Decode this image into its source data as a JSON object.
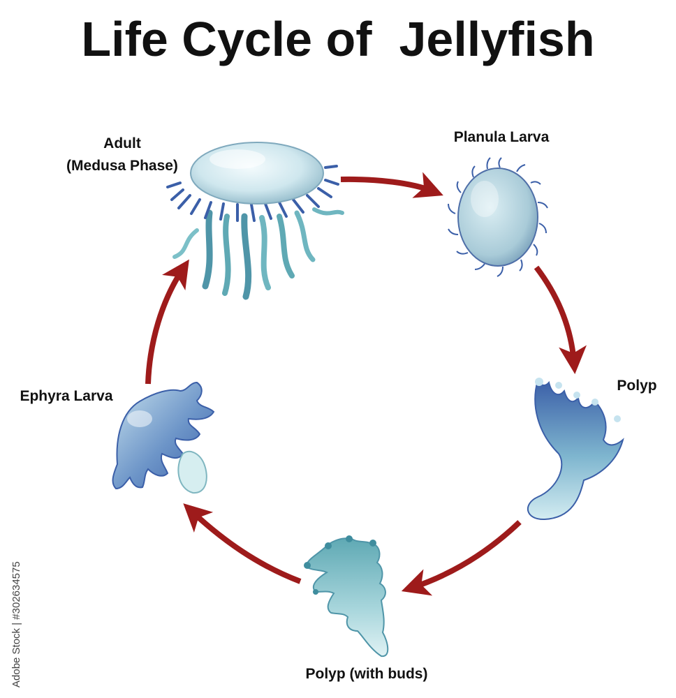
{
  "title": "Life Cycle of  Jellyfish",
  "stages": {
    "adult": {
      "line1": "Adult",
      "line2": "(Medusa Phase)"
    },
    "planula": {
      "label": "Planula Larva"
    },
    "polyp": {
      "label": "Polyp"
    },
    "polyp_buds": {
      "label": "Polyp (with buds)"
    },
    "ephyra": {
      "label": "Ephyra Larva"
    }
  },
  "watermark": {
    "text": "Adobe Stock | #302634575"
  },
  "colors": {
    "arrow": "#9e1b1b",
    "creature_light": "#d8eef2",
    "creature_mid": "#8fc4d2",
    "creature_dark": "#3b5fa8",
    "creature_teal": "#5fa9b4"
  }
}
